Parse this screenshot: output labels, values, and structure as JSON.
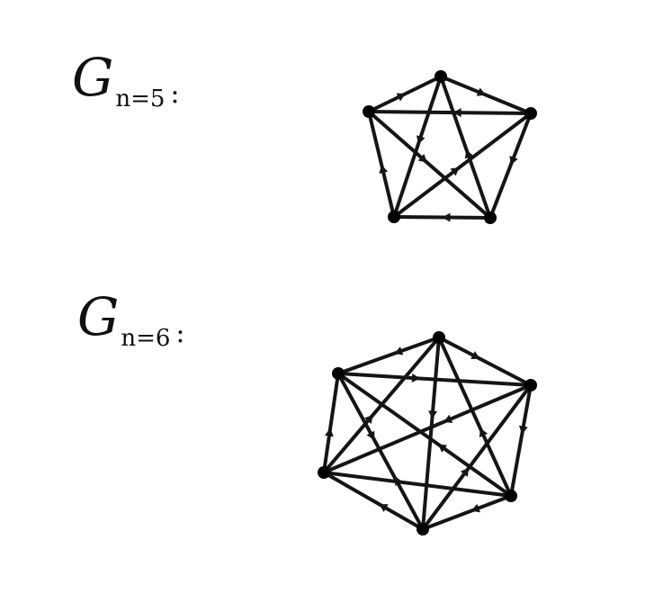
{
  "graphs": [
    {
      "name": "G",
      "subscript": "n=5",
      "suffix": ":",
      "vertices": 5
    },
    {
      "name": "G",
      "subscript": "n=6",
      "suffix": ":",
      "vertices": 6
    }
  ],
  "colors": {
    "ink": "#151515",
    "background": "#ffffff"
  }
}
